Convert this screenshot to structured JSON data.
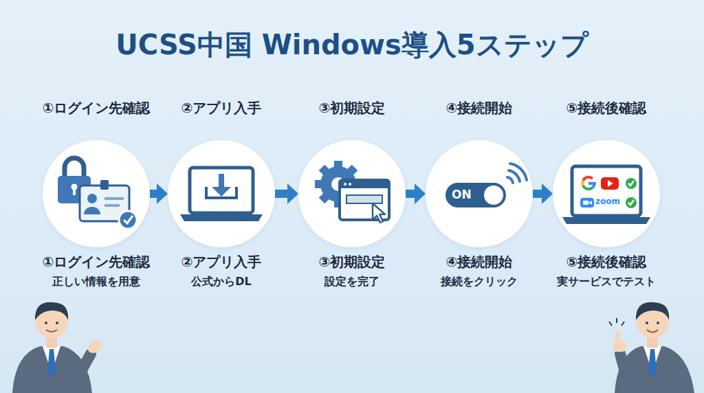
{
  "diagram": {
    "title": "UCSS中国 Windows導入5ステップ",
    "nodes": [
      {
        "text": [
          "①ログイン先確認",
          "①ログイン先確認",
          "正しい情報を用意"
        ]
      },
      {
        "text": [
          "②アプリ入手",
          "②アプリ入手",
          "公式からDL"
        ]
      },
      {
        "text": [
          "③初期設定",
          "③初期設定",
          "設定を完了"
        ]
      },
      {
        "text": [
          "④接続開始",
          "④接続開始",
          "接続をクリック"
        ]
      },
      {
        "text": [
          "⑤接続後確認",
          "⑤接続後確認",
          "実サービスでテスト"
        ]
      }
    ],
    "edges": [
      {
        "from": 0,
        "to": 1,
        "arrow": "to"
      },
      {
        "from": 1,
        "to": 2,
        "arrow": "to"
      },
      {
        "from": 2,
        "to": 3,
        "arrow": "to"
      },
      {
        "from": 3,
        "to": 4,
        "arrow": "to"
      }
    ],
    "labels": [
      "ON",
      "zoom"
    ]
  }
}
